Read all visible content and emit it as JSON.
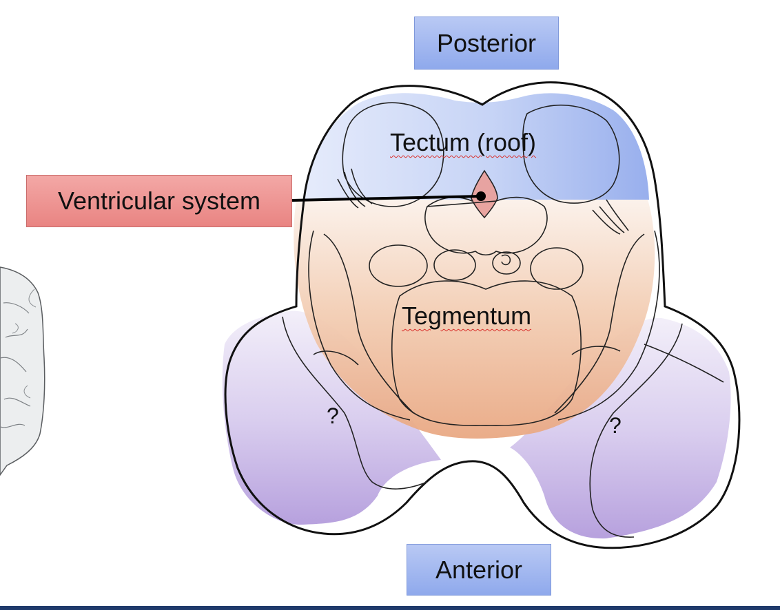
{
  "labels": {
    "posterior": "Posterior",
    "anterior": "Anterior",
    "ventricular_system": "Ventricular system",
    "tectum": "Tectum (roof)",
    "tegmentum": "Tegmentum",
    "left_question": "?",
    "right_question": "?"
  },
  "colors": {
    "tectum_region": "#9db3ee",
    "tegmentum_region": "#eab08e",
    "peduncle_region": "#b7a3dc",
    "ventricle_region": "#e79a9a",
    "posterior_box": "#a7bbf1",
    "ventricular_box": "#ee9593",
    "bottom_bar": "#1f3a6b"
  }
}
